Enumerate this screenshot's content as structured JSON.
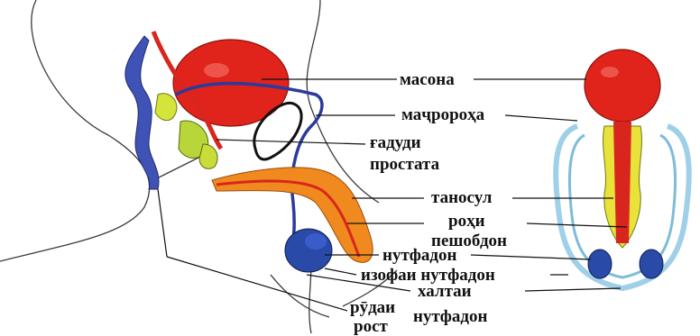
{
  "labels": {
    "bladder": "масона",
    "ureter": "маҷророҳа",
    "prostate_line1": "ғадуди",
    "prostate_line2": "простата",
    "penis": "таносул",
    "urethra_line1": "роҳи",
    "urethra_line2": "пешобдон",
    "testis": "нутфадон",
    "epididymis": "изофаи нутфадон",
    "scrotum_line1": "халтаи",
    "scrotum_line2": "нутфадон",
    "rectum_line1": "рӯдаи",
    "rectum_line2": "рост"
  },
  "colors": {
    "bladder": "#e0231b",
    "vessel_red": "#d8261e",
    "vessel_blue": "#2b3a9b",
    "rectum": "#3f52b5",
    "gland": "#b8d63a",
    "penis": "#f08a1e",
    "scrotum_outline": "#9fd0e8",
    "testis": "#2a4aa8",
    "body_line": "#3a3a3a"
  }
}
